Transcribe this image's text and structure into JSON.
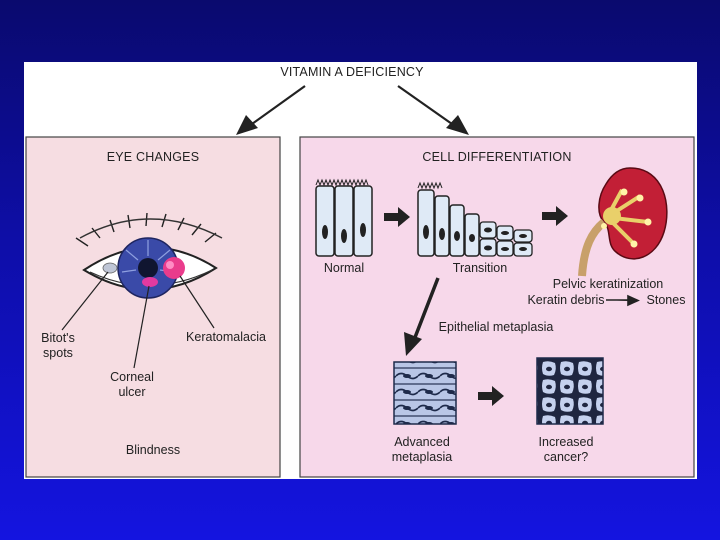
{
  "title": "VITAMIN A DEFICIENCY",
  "eye_panel": {
    "heading": "EYE CHANGES",
    "labels": {
      "bitots_line1": "Bitot's",
      "bitots_line2": "spots",
      "corneal_line1": "Corneal",
      "corneal_line2": "ulcer",
      "keratomalacia": "Keratomalacia",
      "blindness": "Blindness"
    }
  },
  "cell_panel": {
    "heading": "CELL DIFFERENTIATION",
    "labels": {
      "normal": "Normal",
      "transition": "Transition",
      "pelvic": "Pelvic keratinization",
      "keratin_debris": "Keratin debris",
      "stones": "Stones",
      "epithelial": "Epithelial metaplasia",
      "advanced_line1": "Advanced",
      "advanced_line2": "metaplasia",
      "cancer_line1": "Increased",
      "cancer_line2": "cancer?"
    }
  },
  "colors": {
    "eye_panel_bg": "#f6dde2",
    "cell_panel_bg": "#f7d8ea",
    "cell_fill": "#dfeaf6",
    "iris": "#3a4aa8",
    "kidney": "#c21f36"
  }
}
